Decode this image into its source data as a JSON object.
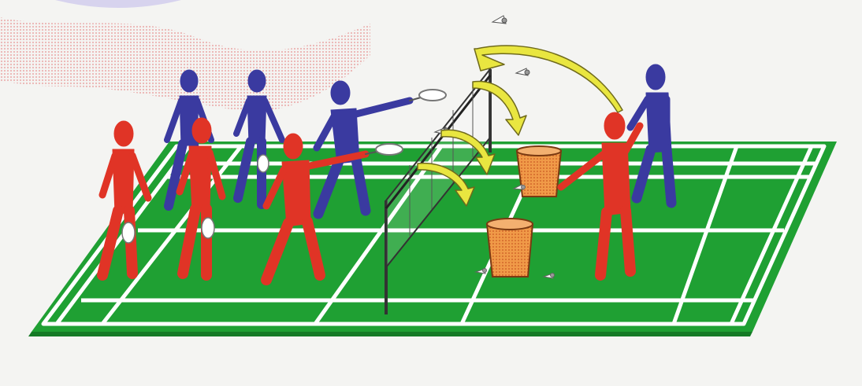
{
  "illustration": {
    "subject": "badminton-drill",
    "colors": {
      "background": "#f4f4f2",
      "court": "#1fa033",
      "court_edge": "#157a26",
      "lines": "#ffffff",
      "team_red": "#e03426",
      "team_blue": "#3a3aa0",
      "bucket": "#e8873a",
      "arrow": "#e9e640",
      "ribbon": "#f0a8a8",
      "swirl": "#c9c6e8"
    },
    "counts": {
      "red_players": 4,
      "blue_players": 4,
      "buckets": 2,
      "curved_arrows": 4
    }
  }
}
